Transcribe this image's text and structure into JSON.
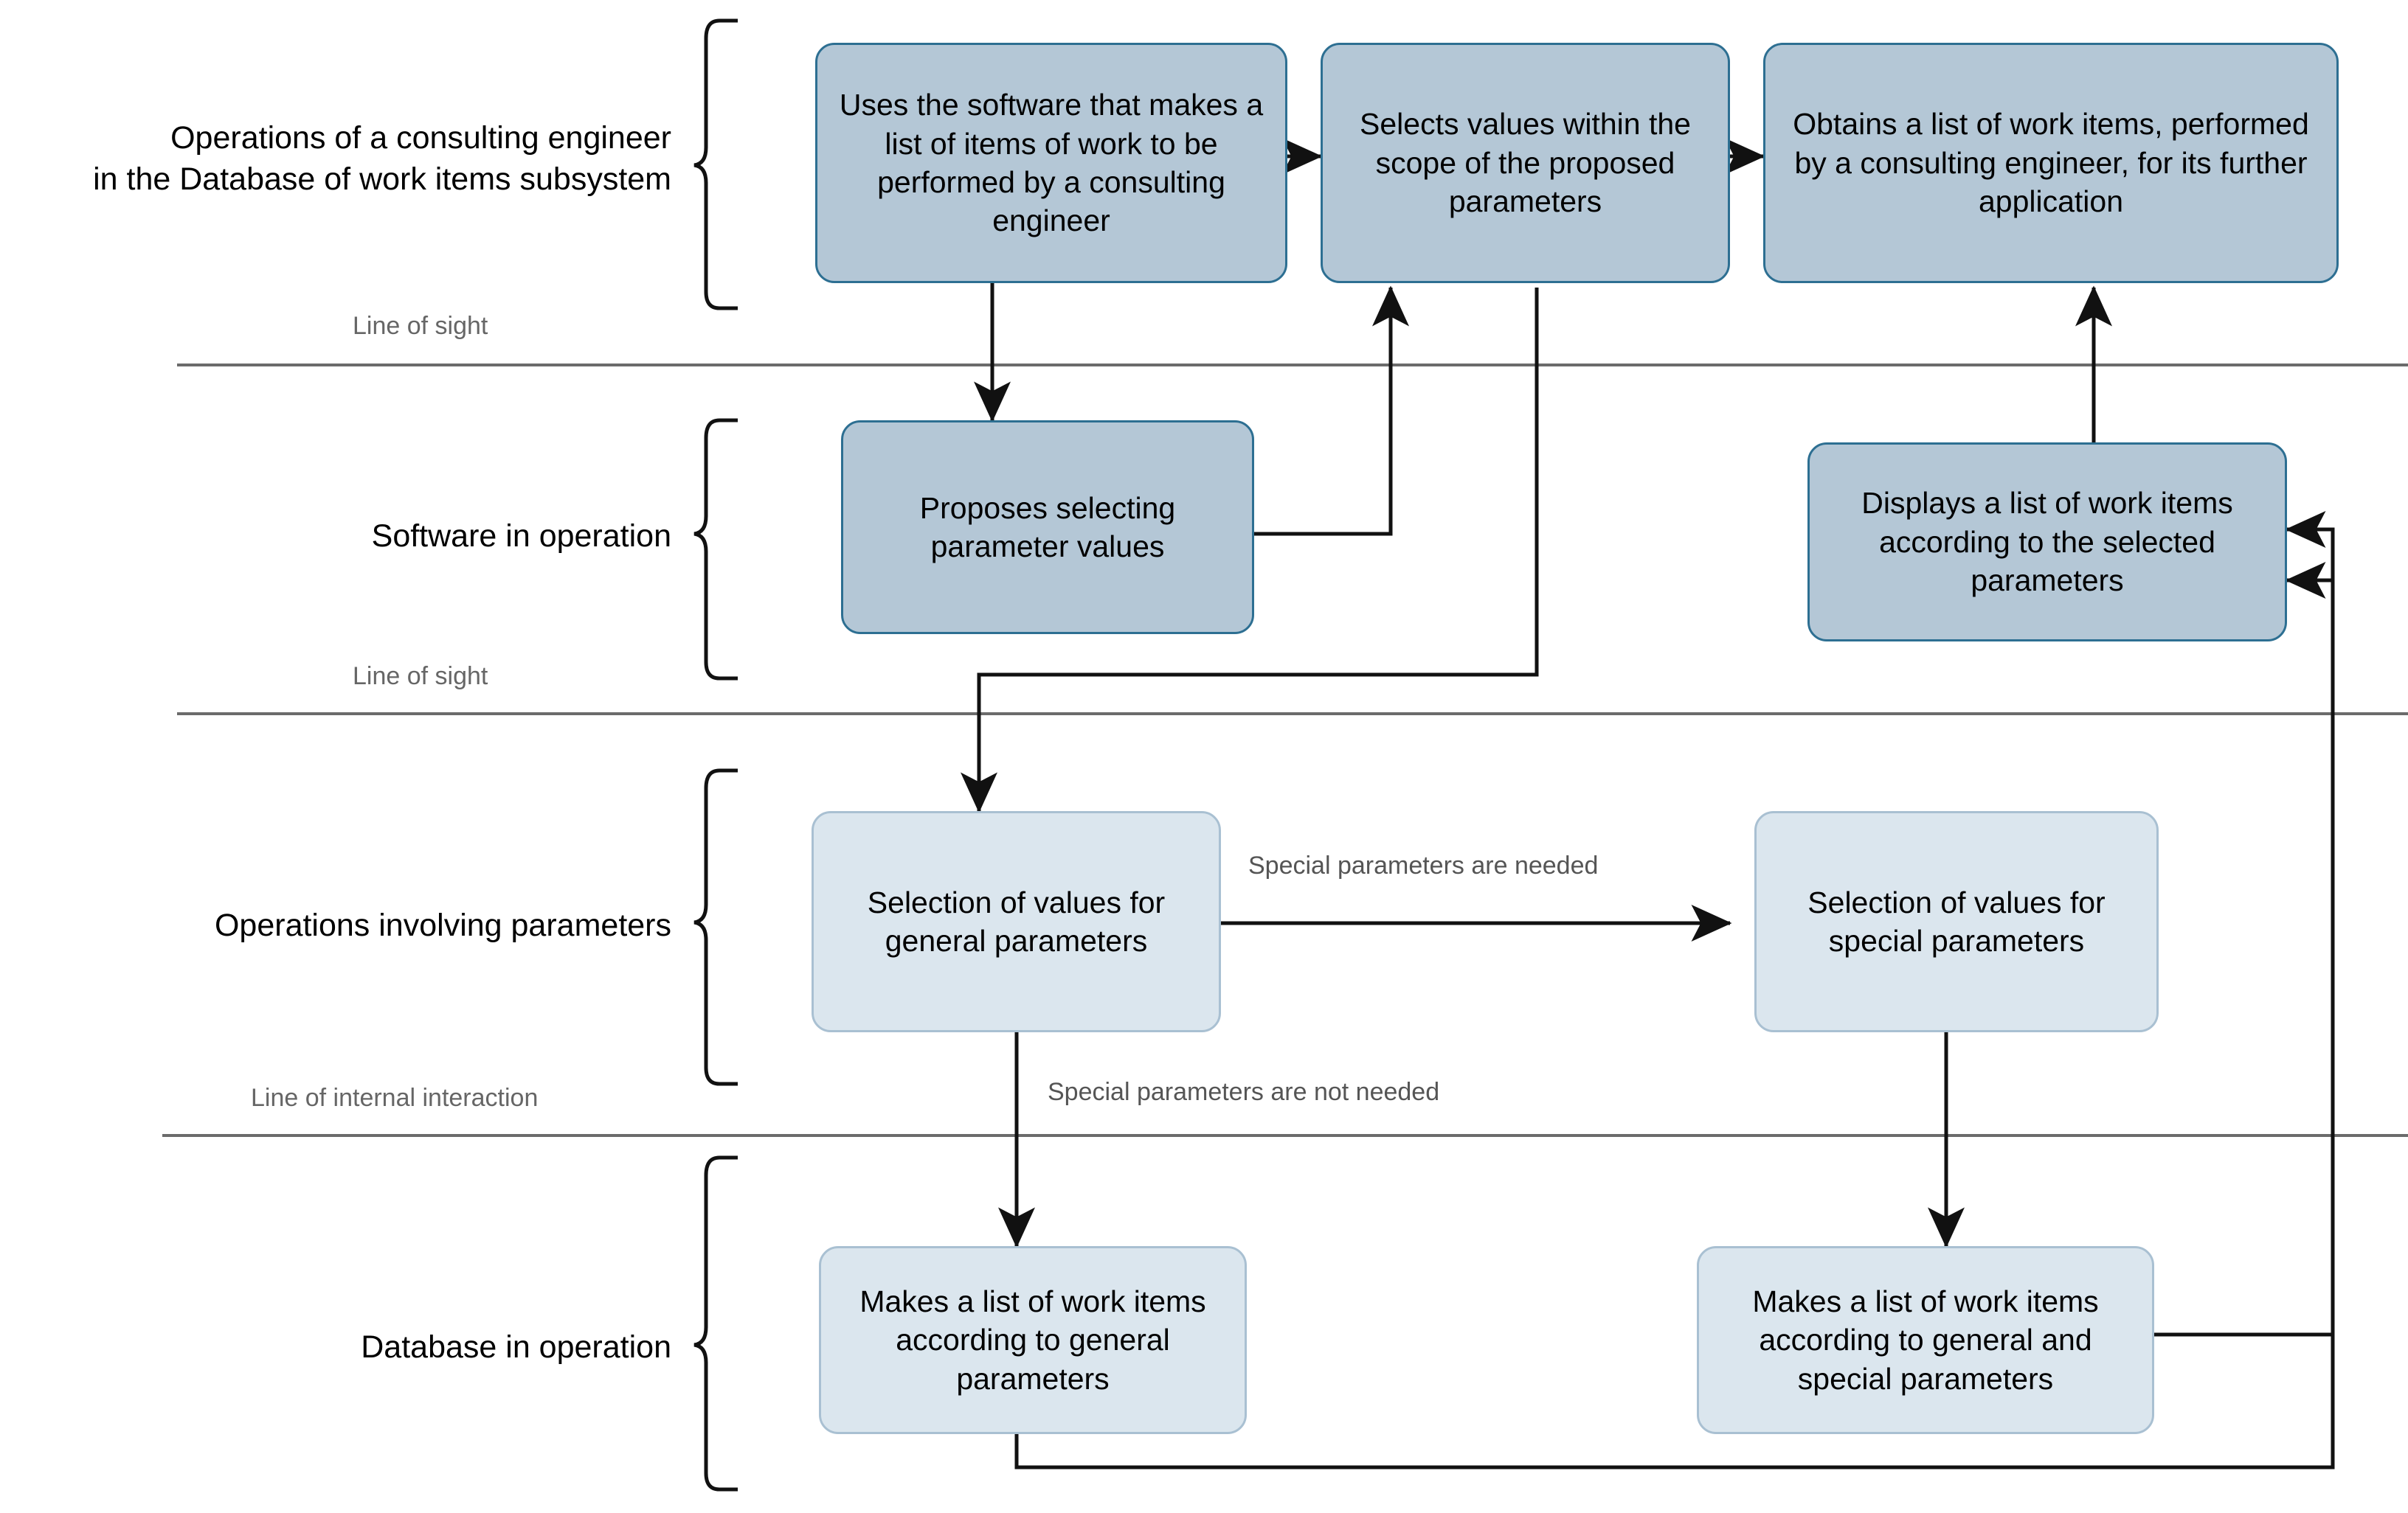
{
  "diagram": {
    "type": "service-blueprint",
    "swimlanes": [
      {
        "id": "lane-actor",
        "label": "Operations of a consulting engineer\nin the Database of work items subsystem"
      },
      {
        "id": "lane-software",
        "label": "Software in operation"
      },
      {
        "id": "lane-parameters",
        "label": "Operations involving parameters"
      },
      {
        "id": "lane-database",
        "label": "Database in operation"
      }
    ],
    "separators": [
      {
        "id": "sep-1",
        "label": "Line of sight"
      },
      {
        "id": "sep-2",
        "label": "Line of sight"
      },
      {
        "id": "sep-3",
        "label": "Line of internal interaction"
      }
    ],
    "nodes": [
      {
        "id": "n1",
        "lane": "lane-actor",
        "text": "Uses the software that makes a list of items of work to be performed by a consulting engineer"
      },
      {
        "id": "n2",
        "lane": "lane-actor",
        "text": "Selects values within the scope of the proposed parameters"
      },
      {
        "id": "n3",
        "lane": "lane-actor",
        "text": "Obtains a list of work items, performed by a consulting engineer, for its further application"
      },
      {
        "id": "n4",
        "lane": "lane-software",
        "text": "Proposes selecting parameter values"
      },
      {
        "id": "n5",
        "lane": "lane-software",
        "text": "Displays a list of work items according to the selected parameters"
      },
      {
        "id": "n6",
        "lane": "lane-parameters",
        "text": "Selection of values for general parameters"
      },
      {
        "id": "n7",
        "lane": "lane-parameters",
        "text": "Selection of values for special parameters"
      },
      {
        "id": "n8",
        "lane": "lane-database",
        "text": "Makes a list of work items according to general parameters"
      },
      {
        "id": "n9",
        "lane": "lane-database",
        "text": "Makes a list of work items according to general and special parameters"
      }
    ],
    "edge_labels": [
      {
        "id": "e-special-needed",
        "text": "Special parameters are needed"
      },
      {
        "id": "e-special-not-needed",
        "text": "Special parameters are not needed"
      }
    ],
    "colors": {
      "front_fill": "#b4c7d6",
      "front_stroke": "#2d6f92",
      "back_fill": "#dbe6ee",
      "back_stroke": "#a9c0d2",
      "connector": "#111111",
      "separator": "#6b6b6b",
      "label_muted": "#666666"
    }
  }
}
